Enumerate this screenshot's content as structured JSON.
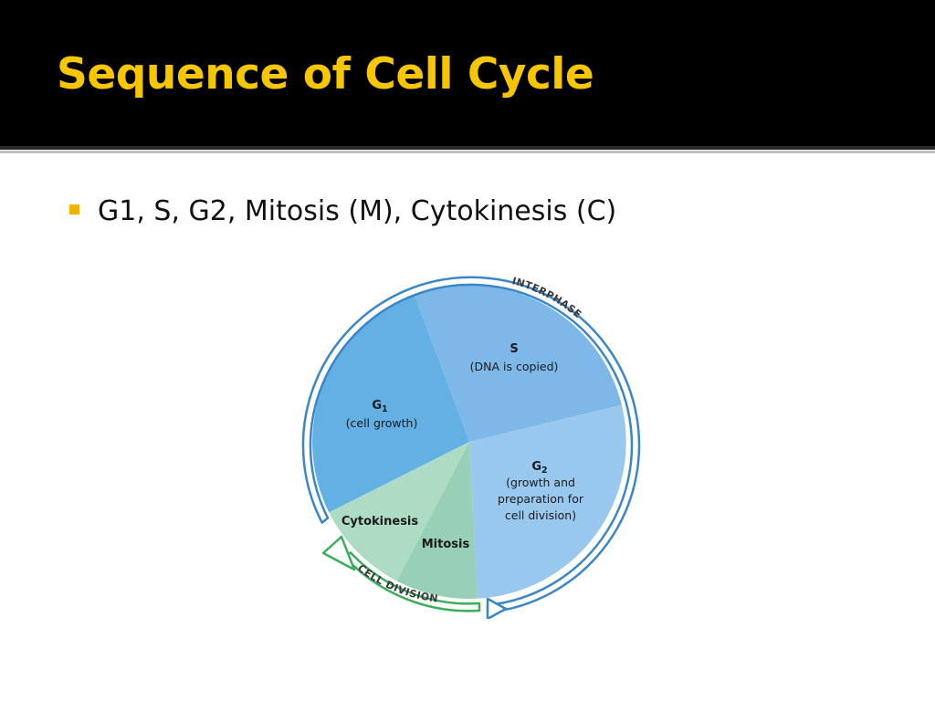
{
  "slide": {
    "title": "Sequence of Cell Cycle",
    "bullet": "G1, S, G2, Mitosis (M), Cytokinesis (C)"
  },
  "diagram": {
    "interphase_label": "INTERPHASE",
    "cell_division_label": "CELL DIVISION",
    "phases": {
      "s": {
        "name": "S",
        "description": "(DNA is copied)"
      },
      "g1": {
        "name": "G",
        "subscript": "1",
        "description": "(cell growth)"
      },
      "g2": {
        "name": "G",
        "subscript": "2",
        "description_lines": [
          "(growth and",
          "preparation for",
          "cell division)"
        ]
      },
      "cytokinesis": {
        "name": "Cytokinesis"
      },
      "mitosis": {
        "name": "Mitosis"
      }
    },
    "colors": {
      "s": "#7db8e8",
      "g1": "#62b0e4",
      "g2": "#99c8ee",
      "cytokinesis": "#aedbc4",
      "mitosis": "#97d0b6",
      "interphase_arrow": "#3a86c8",
      "cell_division_arrow": "#3aae5a",
      "title": "#f6c600",
      "bullet": "#f0b400"
    }
  }
}
